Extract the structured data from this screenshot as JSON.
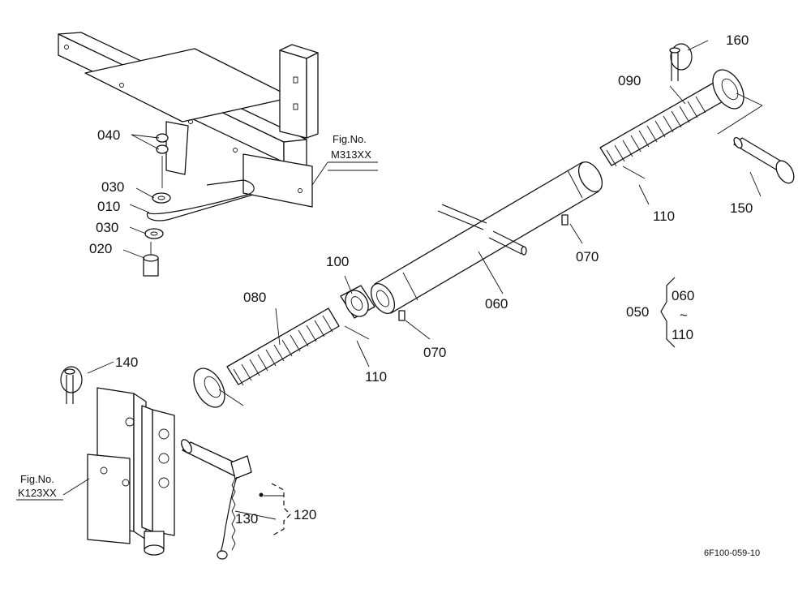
{
  "diagram": {
    "labels": {
      "p010": "010",
      "p020": "020",
      "p030a": "030",
      "p030b": "030",
      "p040": "040",
      "p050": "050",
      "p060": "060",
      "p060set": "060",
      "p070a": "070",
      "p070b": "070",
      "p080": "080",
      "p090": "090",
      "p100": "100",
      "p110a": "110",
      "p110b": "110",
      "p110set": "110",
      "p120": "120",
      "p130": "130",
      "p140": "140",
      "p150": "150",
      "p160": "160",
      "tilde": "~"
    },
    "fig_refs": {
      "m313_prefix": "Fig.No.",
      "m313_id": "M313XX",
      "k123_prefix": "Fig.No.",
      "k123_id": "K123XX"
    },
    "drawing_code": "6F100-059-10"
  }
}
